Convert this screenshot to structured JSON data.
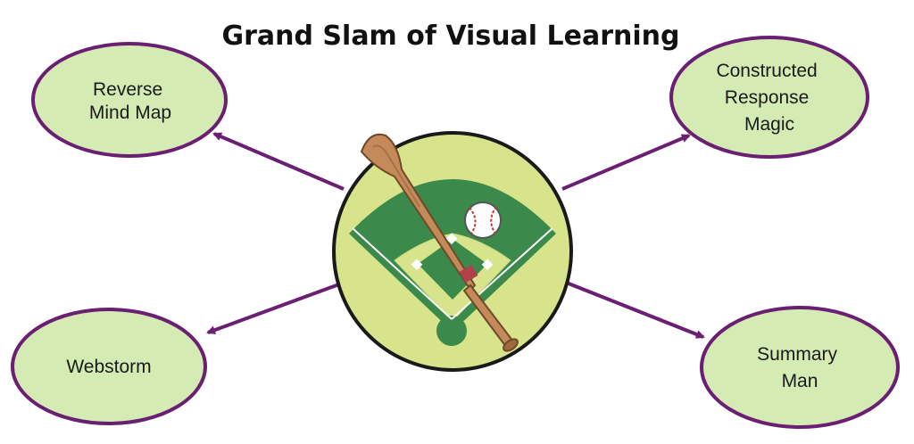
{
  "title": "Grand Slam of Visual Learning",
  "nodes": {
    "top_left": [
      "Reverse",
      "Mind Map"
    ],
    "top_right": [
      "Constructed",
      "Response",
      "Magic"
    ],
    "bottom_left": [
      "Webstorm"
    ],
    "bottom_right": [
      "Summary",
      "Man"
    ]
  },
  "colors": {
    "node_fill": "#d4ecb4",
    "node_border": "#6b1f72",
    "arrow": "#6b1f72",
    "field_circle": "#d8e48c",
    "field_border": "#1a1a1a",
    "grass": "#3b8a4b",
    "bat": "#c48a5a",
    "bat_grip": "#b0414b"
  },
  "icons": [
    "baseball-field-icon",
    "baseball-bat-icon",
    "baseball-icon"
  ]
}
